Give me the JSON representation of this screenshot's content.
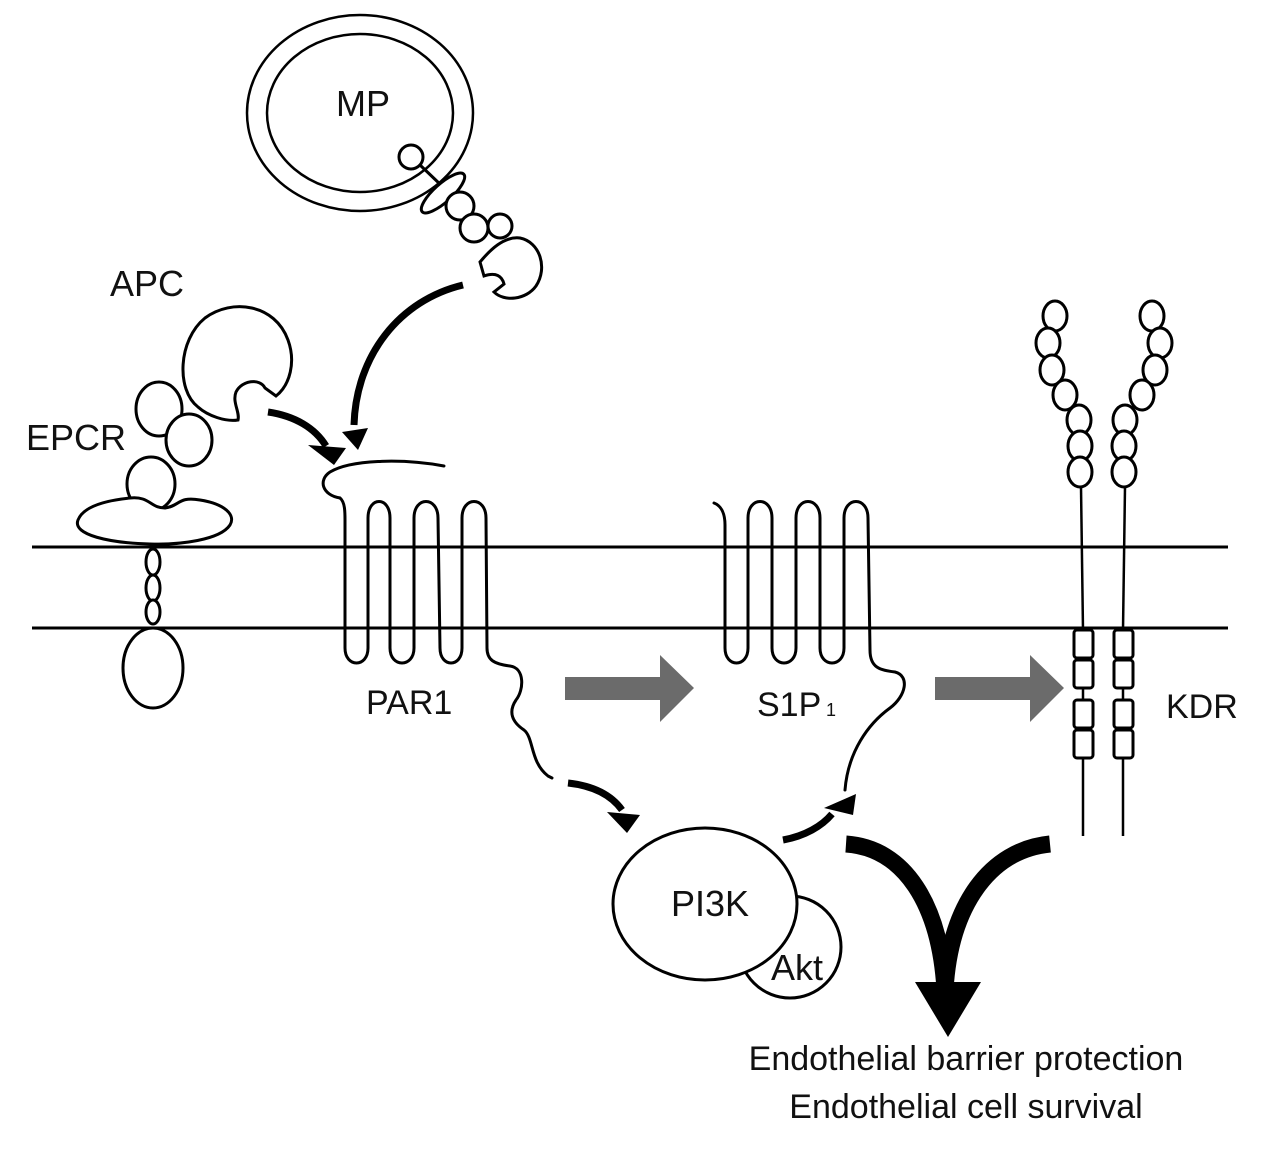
{
  "diagram": {
    "title": "APC / PAR1 / S1P1 / KDR endothelial protective signaling",
    "labels": {
      "mp": "MP",
      "apc": "APC",
      "epcr": "EPCR",
      "par1": "PAR1",
      "s1p1_main": "S1P",
      "s1p1_sub": "1",
      "kdr": "KDR",
      "pi3k": "PI3K",
      "akt": "Akt"
    },
    "outcomes": [
      "Endothelial barrier protection",
      "Endothelial cell survival"
    ],
    "colors": {
      "line": "#000000",
      "transactivation_arrow": "#6b6b6b",
      "background": "#ffffff"
    },
    "relations": [
      {
        "from": "APC",
        "to": "PAR1",
        "type": "activates"
      },
      {
        "from": "MP",
        "to": "PAR1",
        "type": "activates"
      },
      {
        "from": "PAR1",
        "to": "S1P1",
        "type": "transactivates"
      },
      {
        "from": "S1P1",
        "to": "KDR",
        "type": "transactivates"
      },
      {
        "from": "PAR1",
        "to": "PI3K",
        "type": "signals"
      },
      {
        "from": "PI3K",
        "to": "S1P1",
        "type": "signals"
      },
      {
        "from": "S1P1",
        "to": "outcome",
        "type": "leads-to"
      },
      {
        "from": "KDR",
        "to": "outcome",
        "type": "leads-to"
      }
    ]
  }
}
